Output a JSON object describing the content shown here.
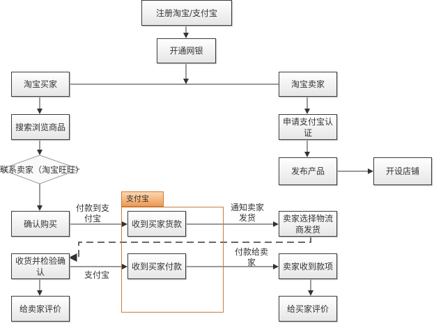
{
  "nodes": {
    "register": "注册淘宝/支付宝",
    "open_bank": "开通网银",
    "buyer": "淘宝买家",
    "seller": "淘宝卖家",
    "search": "搜索浏览商品",
    "contact": "联系卖家（淘宝旺旺）",
    "apply_alipay": "申请支付宝认证",
    "publish": "发布产品",
    "open_shop": "开设店铺",
    "confirm_buy": "确认购买",
    "received_goods_payment": "收到买家货款",
    "ship": "卖家选择物流商发货",
    "receive_check": "收货并检验确认",
    "received_payment": "收到买家付款",
    "seller_received": "卖家收到款项",
    "rate_seller": "给卖家评价",
    "rate_buyer": "给买家评价"
  },
  "container": {
    "title": "支付宝"
  },
  "edge_labels": {
    "pay_to_alipay": "付款到支付宝",
    "notify_ship": "通知卖家发货",
    "pay_seller": "付款给卖家",
    "alipay": "支付宝"
  }
}
